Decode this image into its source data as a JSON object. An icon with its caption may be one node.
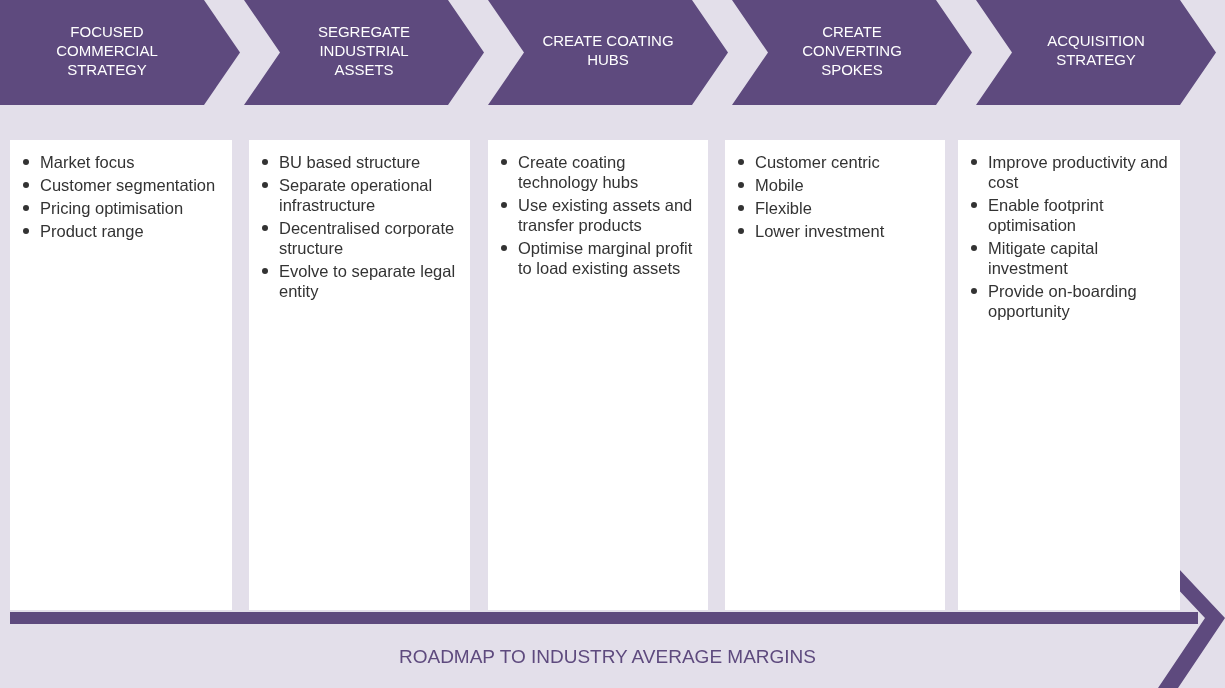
{
  "diagram": {
    "nodes": [
      {
        "text": [
          "FOCUSED COMMERCIAL STRATEGY"
        ]
      },
      {
        "text": [
          "SEGREGATE INDUSTRIAL ASSETS"
        ]
      },
      {
        "text": [
          "CREATE COATING HUBS"
        ]
      },
      {
        "text": [
          "CREATE CONVERTING SPOKES"
        ]
      },
      {
        "text": [
          "ACQUISITION STRATEGY"
        ]
      },
      {
        "text": [
          "Market focus",
          "Customer segmentation",
          "Pricing optimisation",
          "Product range"
        ]
      },
      {
        "text": [
          "BU based structure",
          "Separate operational infrastructure",
          "Decentralised corporate structure",
          "Evolve to separate legal entity"
        ]
      },
      {
        "text": [
          "Create coating technology hubs",
          "Use existing assets and transfer products",
          "Optimise marginal profit to load existing assets"
        ]
      },
      {
        "text": [
          "Customer centric",
          "Mobile",
          "Flexible",
          "Lower investment"
        ]
      },
      {
        "text": [
          "Improve productivity and cost",
          "Enable footprint optimisation",
          "Mitigate capital investment",
          "Provide on-boarding opportunity"
        ]
      }
    ],
    "labels": [
      "ROADMAP TO INDUSTRY AVERAGE MARGINS"
    ]
  }
}
